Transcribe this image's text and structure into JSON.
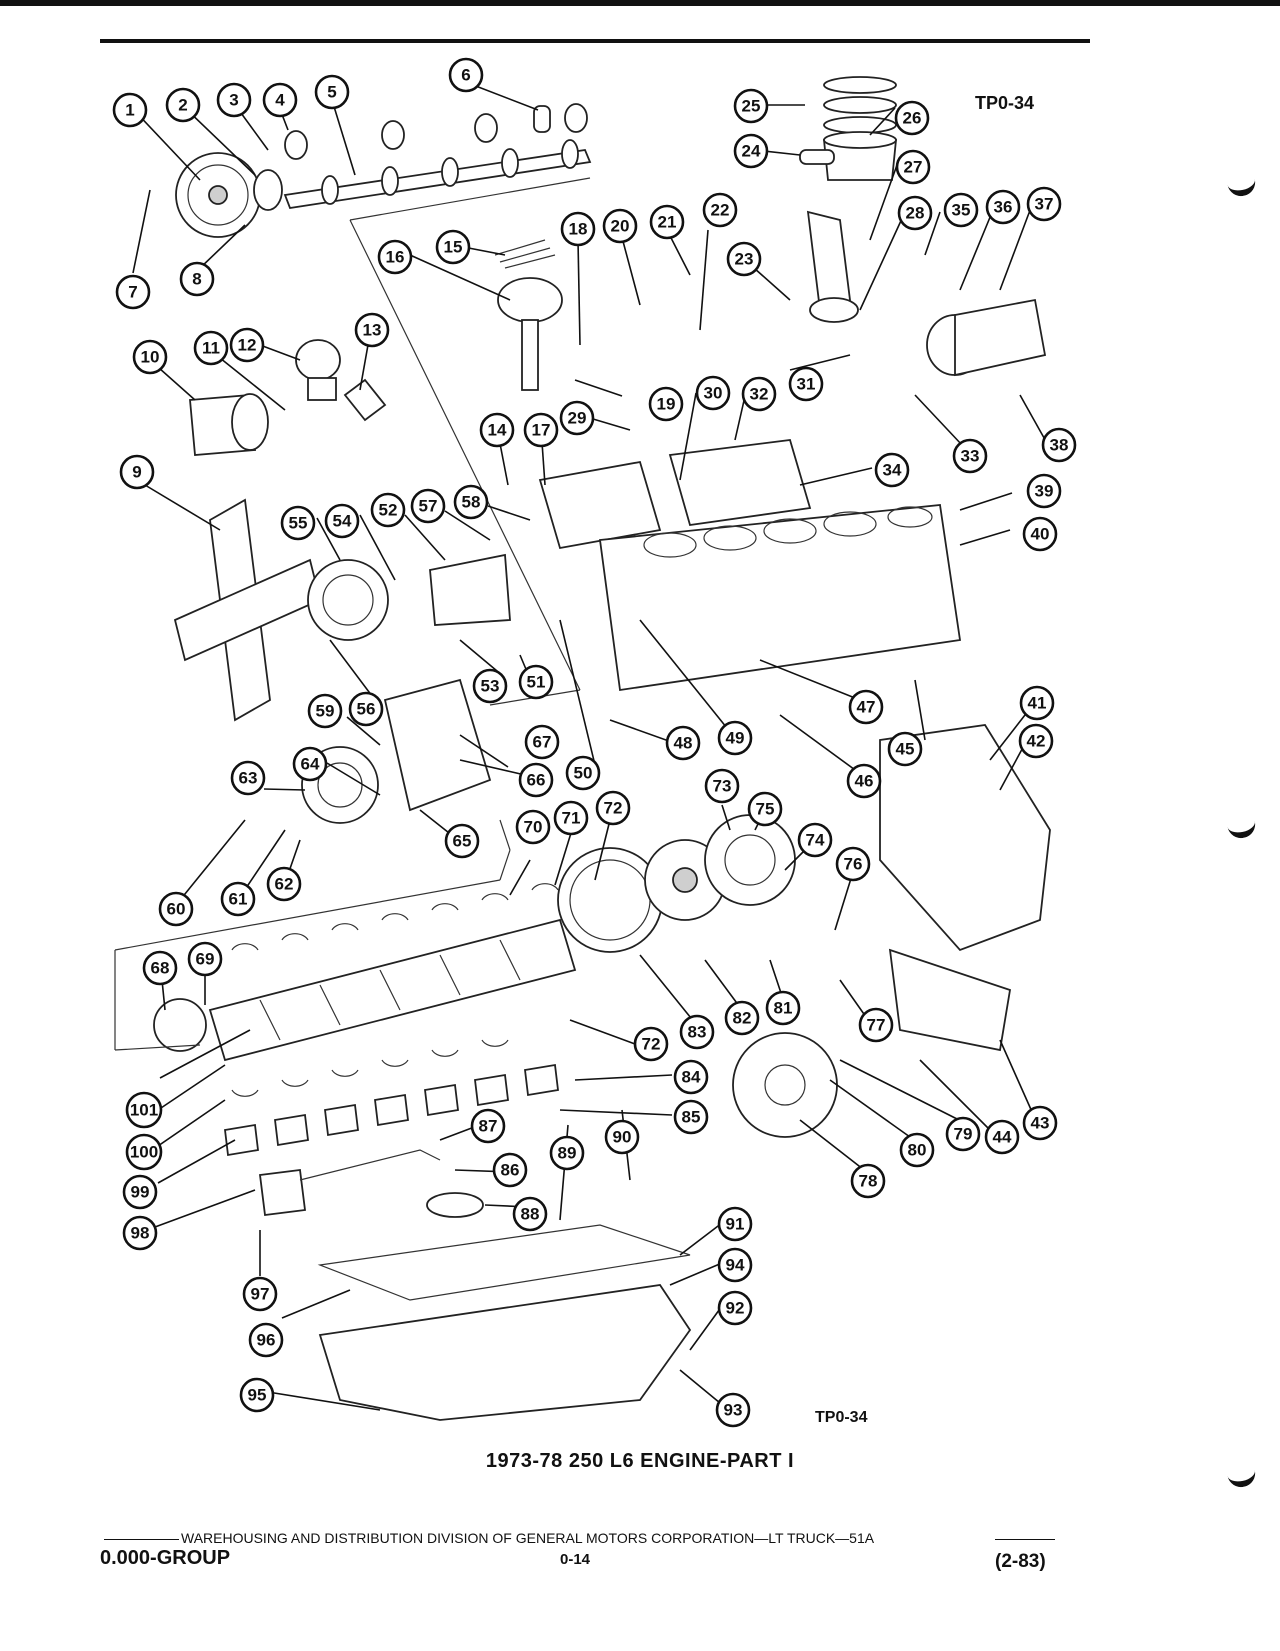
{
  "reference_code_top": "TP0-34",
  "reference_code_bottom": "TP0-34",
  "title": "1973-78 250 L6 ENGINE-PART I",
  "footer": {
    "division_line": "WAREHOUSING AND DISTRIBUTION  DIVISION OF GENERAL MOTORS CORPORATION—LT TRUCK—51A",
    "group": "0.000-GROUP",
    "page": "0-14",
    "date": "(2-83)"
  },
  "callouts": [
    "1",
    "2",
    "3",
    "4",
    "5",
    "6",
    "7",
    "8",
    "9",
    "10",
    "11",
    "12",
    "13",
    "14",
    "15",
    "16",
    "17",
    "18",
    "19",
    "20",
    "21",
    "22",
    "23",
    "24",
    "25",
    "26",
    "27",
    "28",
    "29",
    "30",
    "31",
    "32",
    "33",
    "34",
    "35",
    "36",
    "37",
    "38",
    "39",
    "40",
    "41",
    "42",
    "43",
    "44",
    "45",
    "46",
    "47",
    "48",
    "49",
    "50",
    "51",
    "52",
    "53",
    "54",
    "55",
    "56",
    "57",
    "58",
    "59",
    "60",
    "61",
    "62",
    "63",
    "64",
    "65",
    "66",
    "67",
    "68",
    "69",
    "70",
    "71",
    "72",
    "72",
    "73",
    "74",
    "75",
    "76",
    "77",
    "78",
    "79",
    "80",
    "81",
    "82",
    "83",
    "84",
    "85",
    "86",
    "87",
    "88",
    "89",
    "90",
    "91",
    "92",
    "93",
    "94",
    "95",
    "96",
    "97",
    "98",
    "99",
    "100",
    "101"
  ]
}
